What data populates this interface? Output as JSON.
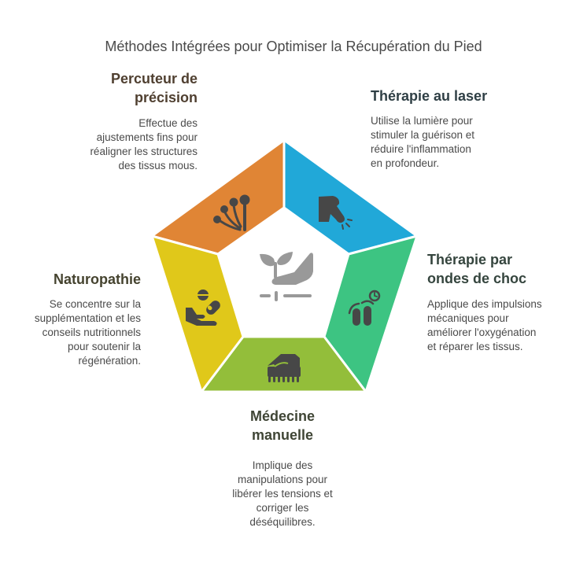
{
  "title": "Méthodes Intégrées pour Optimiser la Récupération du Pied",
  "center_icon": "plant-hand-growth-icon",
  "segments": [
    {
      "id": "percuteur",
      "title_line1": "Percuteur de",
      "title_line2": "précision",
      "desc": [
        "Effectue des",
        "ajustements fins pour",
        "réaligner les structures",
        "des tissus mous."
      ],
      "color": "#E08535",
      "title_color": "#4F3F30",
      "icon": "precision-percussion-icon"
    },
    {
      "id": "laser",
      "title_line1": "Thérapie au laser",
      "title_line2": "",
      "desc": [
        "Utilise la lumière pour",
        "stimuler la guérison et",
        "réduire l'inflammation",
        "en profondeur."
      ],
      "color": "#21A8D8",
      "title_color": "#2F3F45",
      "icon": "finger-laser-icon"
    },
    {
      "id": "ondes",
      "title_line1": "Thérapie par",
      "title_line2": "ondes de choc",
      "desc": [
        "Applique des impulsions",
        "mécaniques pour",
        "améliorer l'oxygénation",
        "et réparer les tissus."
      ],
      "color": "#3DC482",
      "title_color": "#35453E",
      "icon": "fingers-timer-icon"
    },
    {
      "id": "medecine",
      "title_line1": "Médecine",
      "title_line2": "manuelle",
      "desc": [
        "Implique des",
        "manipulations pour",
        "libérer les tensions et",
        "corriger les",
        "déséquilibres."
      ],
      "color": "#93BE3A",
      "title_color": "#3F4535",
      "icon": "hand-massage-icon"
    },
    {
      "id": "naturopathie",
      "title_line1": "Naturopathie",
      "title_line2": "",
      "desc": [
        "Se concentre sur la",
        "supplémentation et les",
        "conseils nutritionnels",
        "pour soutenir la",
        "régénération."
      ],
      "color": "#E0C81A",
      "title_color": "#45432F",
      "icon": "hand-pills-icon"
    }
  ]
}
